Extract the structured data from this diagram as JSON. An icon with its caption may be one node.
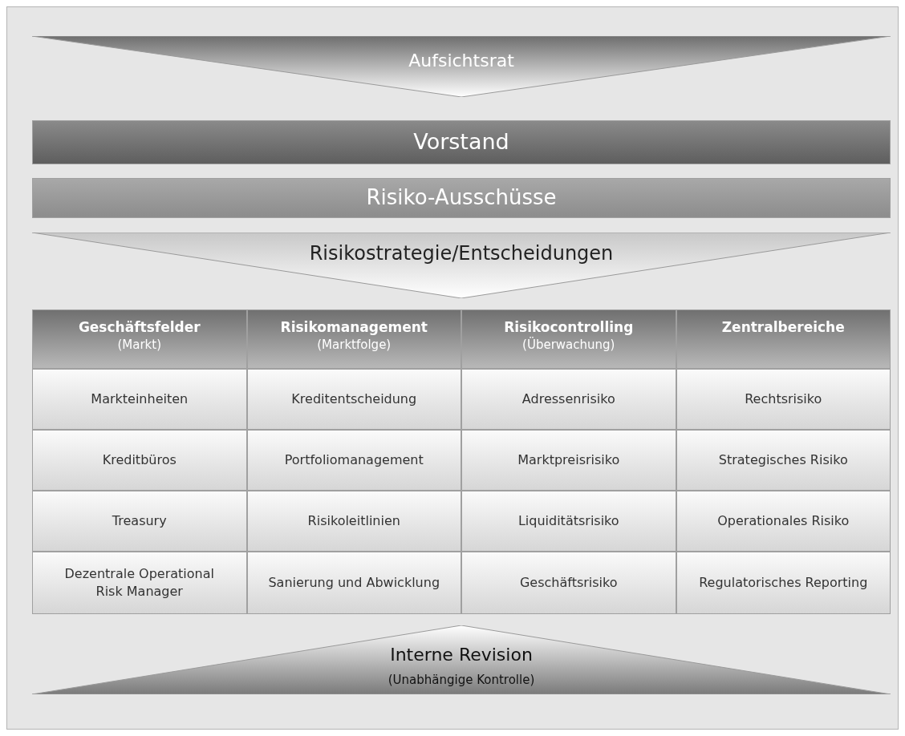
{
  "diagram": {
    "nodes": [
      {
        "text": [
          "Aufsichtsrat"
        ]
      },
      {
        "text": [
          "Vorstand"
        ]
      },
      {
        "text": [
          "Risiko-Ausschüsse"
        ]
      },
      {
        "text": [
          "Risikostrategie/Entscheidungen"
        ]
      },
      {
        "text": [
          "Geschäftsfelder",
          "(Markt)"
        ]
      },
      {
        "text": [
          "Risikomanagement",
          "(Marktfolge)"
        ]
      },
      {
        "text": [
          "Risikocontrolling",
          "(Überwachung)"
        ]
      },
      {
        "text": [
          "Zentralbereiche"
        ]
      },
      {
        "text": [
          "Markteinheiten"
        ]
      },
      {
        "text": [
          "Kreditentscheidung"
        ]
      },
      {
        "text": [
          "Adressenrisiko"
        ]
      },
      {
        "text": [
          "Rechtsrisiko"
        ]
      },
      {
        "text": [
          "Kreditbüros"
        ]
      },
      {
        "text": [
          "Portfoliomanagement"
        ]
      },
      {
        "text": [
          "Marktpreisrisiko"
        ]
      },
      {
        "text": [
          "Strategisches Risiko"
        ]
      },
      {
        "text": [
          "Treasury"
        ]
      },
      {
        "text": [
          "Risikoleitlinien"
        ]
      },
      {
        "text": [
          "Liquiditätsrisiko"
        ]
      },
      {
        "text": [
          "Operationales Risiko"
        ]
      },
      {
        "text": [
          "Dezentrale Operational Risk Manager"
        ]
      },
      {
        "text": [
          "Sanierung und Abwicklung"
        ]
      },
      {
        "text": [
          "Geschäftsrisiko"
        ]
      },
      {
        "text": [
          "Regulatorisches Reporting"
        ]
      },
      {
        "text": [
          "Interne Revision",
          "(Unabhängige Kontrolle)"
        ]
      }
    ]
  }
}
